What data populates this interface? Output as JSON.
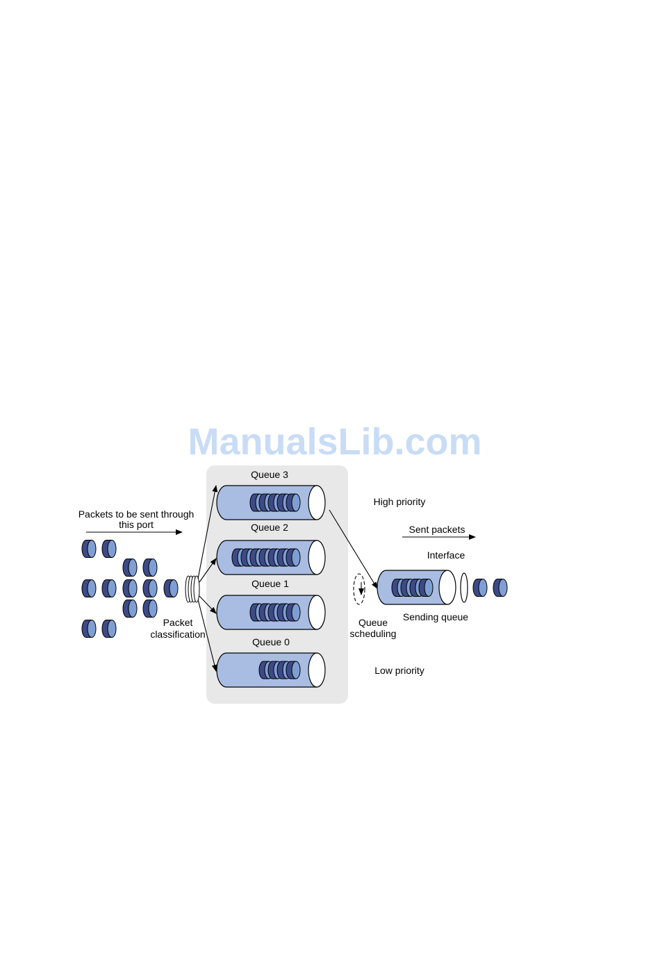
{
  "watermark": "ManualsLib.com",
  "labels": {
    "incoming": [
      "Packets to be sent through",
      "this port"
    ],
    "classification": [
      "Packet",
      "classification"
    ],
    "queue3": "Queue 3",
    "queue2": "Queue 2",
    "queue1": "Queue 1",
    "queue0": "Queue 0",
    "high_priority": "High priority",
    "low_priority": "Low priority",
    "sent_packets": "Sent packets",
    "interface": "Interface",
    "scheduling": [
      "Queue",
      "scheduling"
    ],
    "sending_queue": "Sending queue"
  },
  "queues": [
    {
      "name": "Queue 3",
      "packets": 5
    },
    {
      "name": "Queue 2",
      "packets": 7
    },
    {
      "name": "Queue 1",
      "packets": 5
    },
    {
      "name": "Queue 0",
      "packets": 4
    }
  ],
  "sending_queue_packets": 4,
  "incoming_packets": 14,
  "sent_packets_count": 2,
  "colors": {
    "packet_dark": "#3d4a86",
    "packet_light": "#7f9fd4",
    "tube_fill": "#a9bde3",
    "panel_fill": "#e8e8e8",
    "watermark": "#c9dcf6"
  }
}
